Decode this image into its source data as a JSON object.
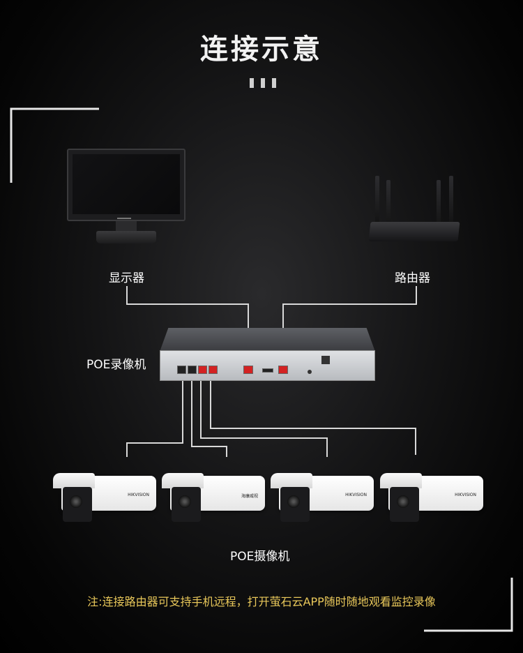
{
  "title": "连接示意",
  "labels": {
    "monitor": "显示器",
    "router": "路由器",
    "nvr": "POE录像机",
    "cameras": "POE摄像机"
  },
  "note": "注:连接路由器可支持手机远程，打开萤石云APP随时随地观看监控录像",
  "colors": {
    "note_text": "#e9c85a",
    "cable": "#d9d9d9",
    "poe_port_red": "#d32222"
  },
  "cameras": [
    {
      "logo": "HIKVISION"
    },
    {
      "logo": "海康威视"
    },
    {
      "logo": "HIKVISION"
    },
    {
      "logo": "HIKVISION"
    }
  ]
}
